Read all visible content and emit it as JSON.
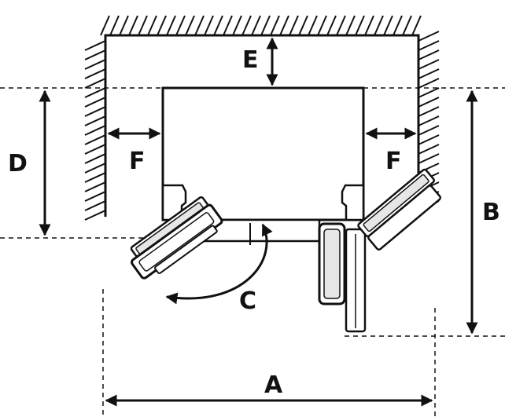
{
  "labels": {
    "a": "A",
    "b": "B",
    "c": "C",
    "d": "D",
    "e": "E",
    "f_left": "F",
    "f_right": "F"
  },
  "colors": {
    "ink": "#111111",
    "fill": "#ffffff",
    "door_shade": "#e6e6e6"
  }
}
